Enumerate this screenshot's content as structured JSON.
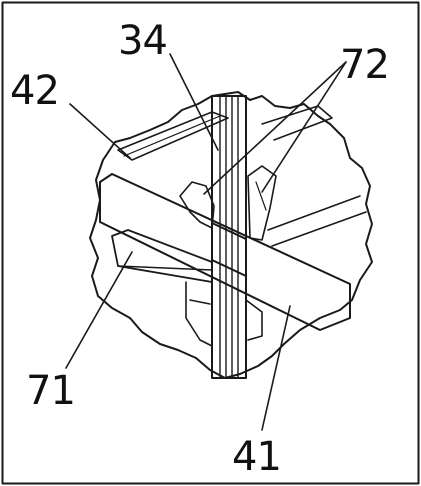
{
  "figure": {
    "labels": {
      "l34": "34",
      "l42": "42",
      "l72": "72",
      "l71": "71",
      "l41": "41"
    }
  },
  "colors": {
    "ink": "#1a1a1a",
    "paper": "#ffffff",
    "shade": "#d9d9d9"
  }
}
